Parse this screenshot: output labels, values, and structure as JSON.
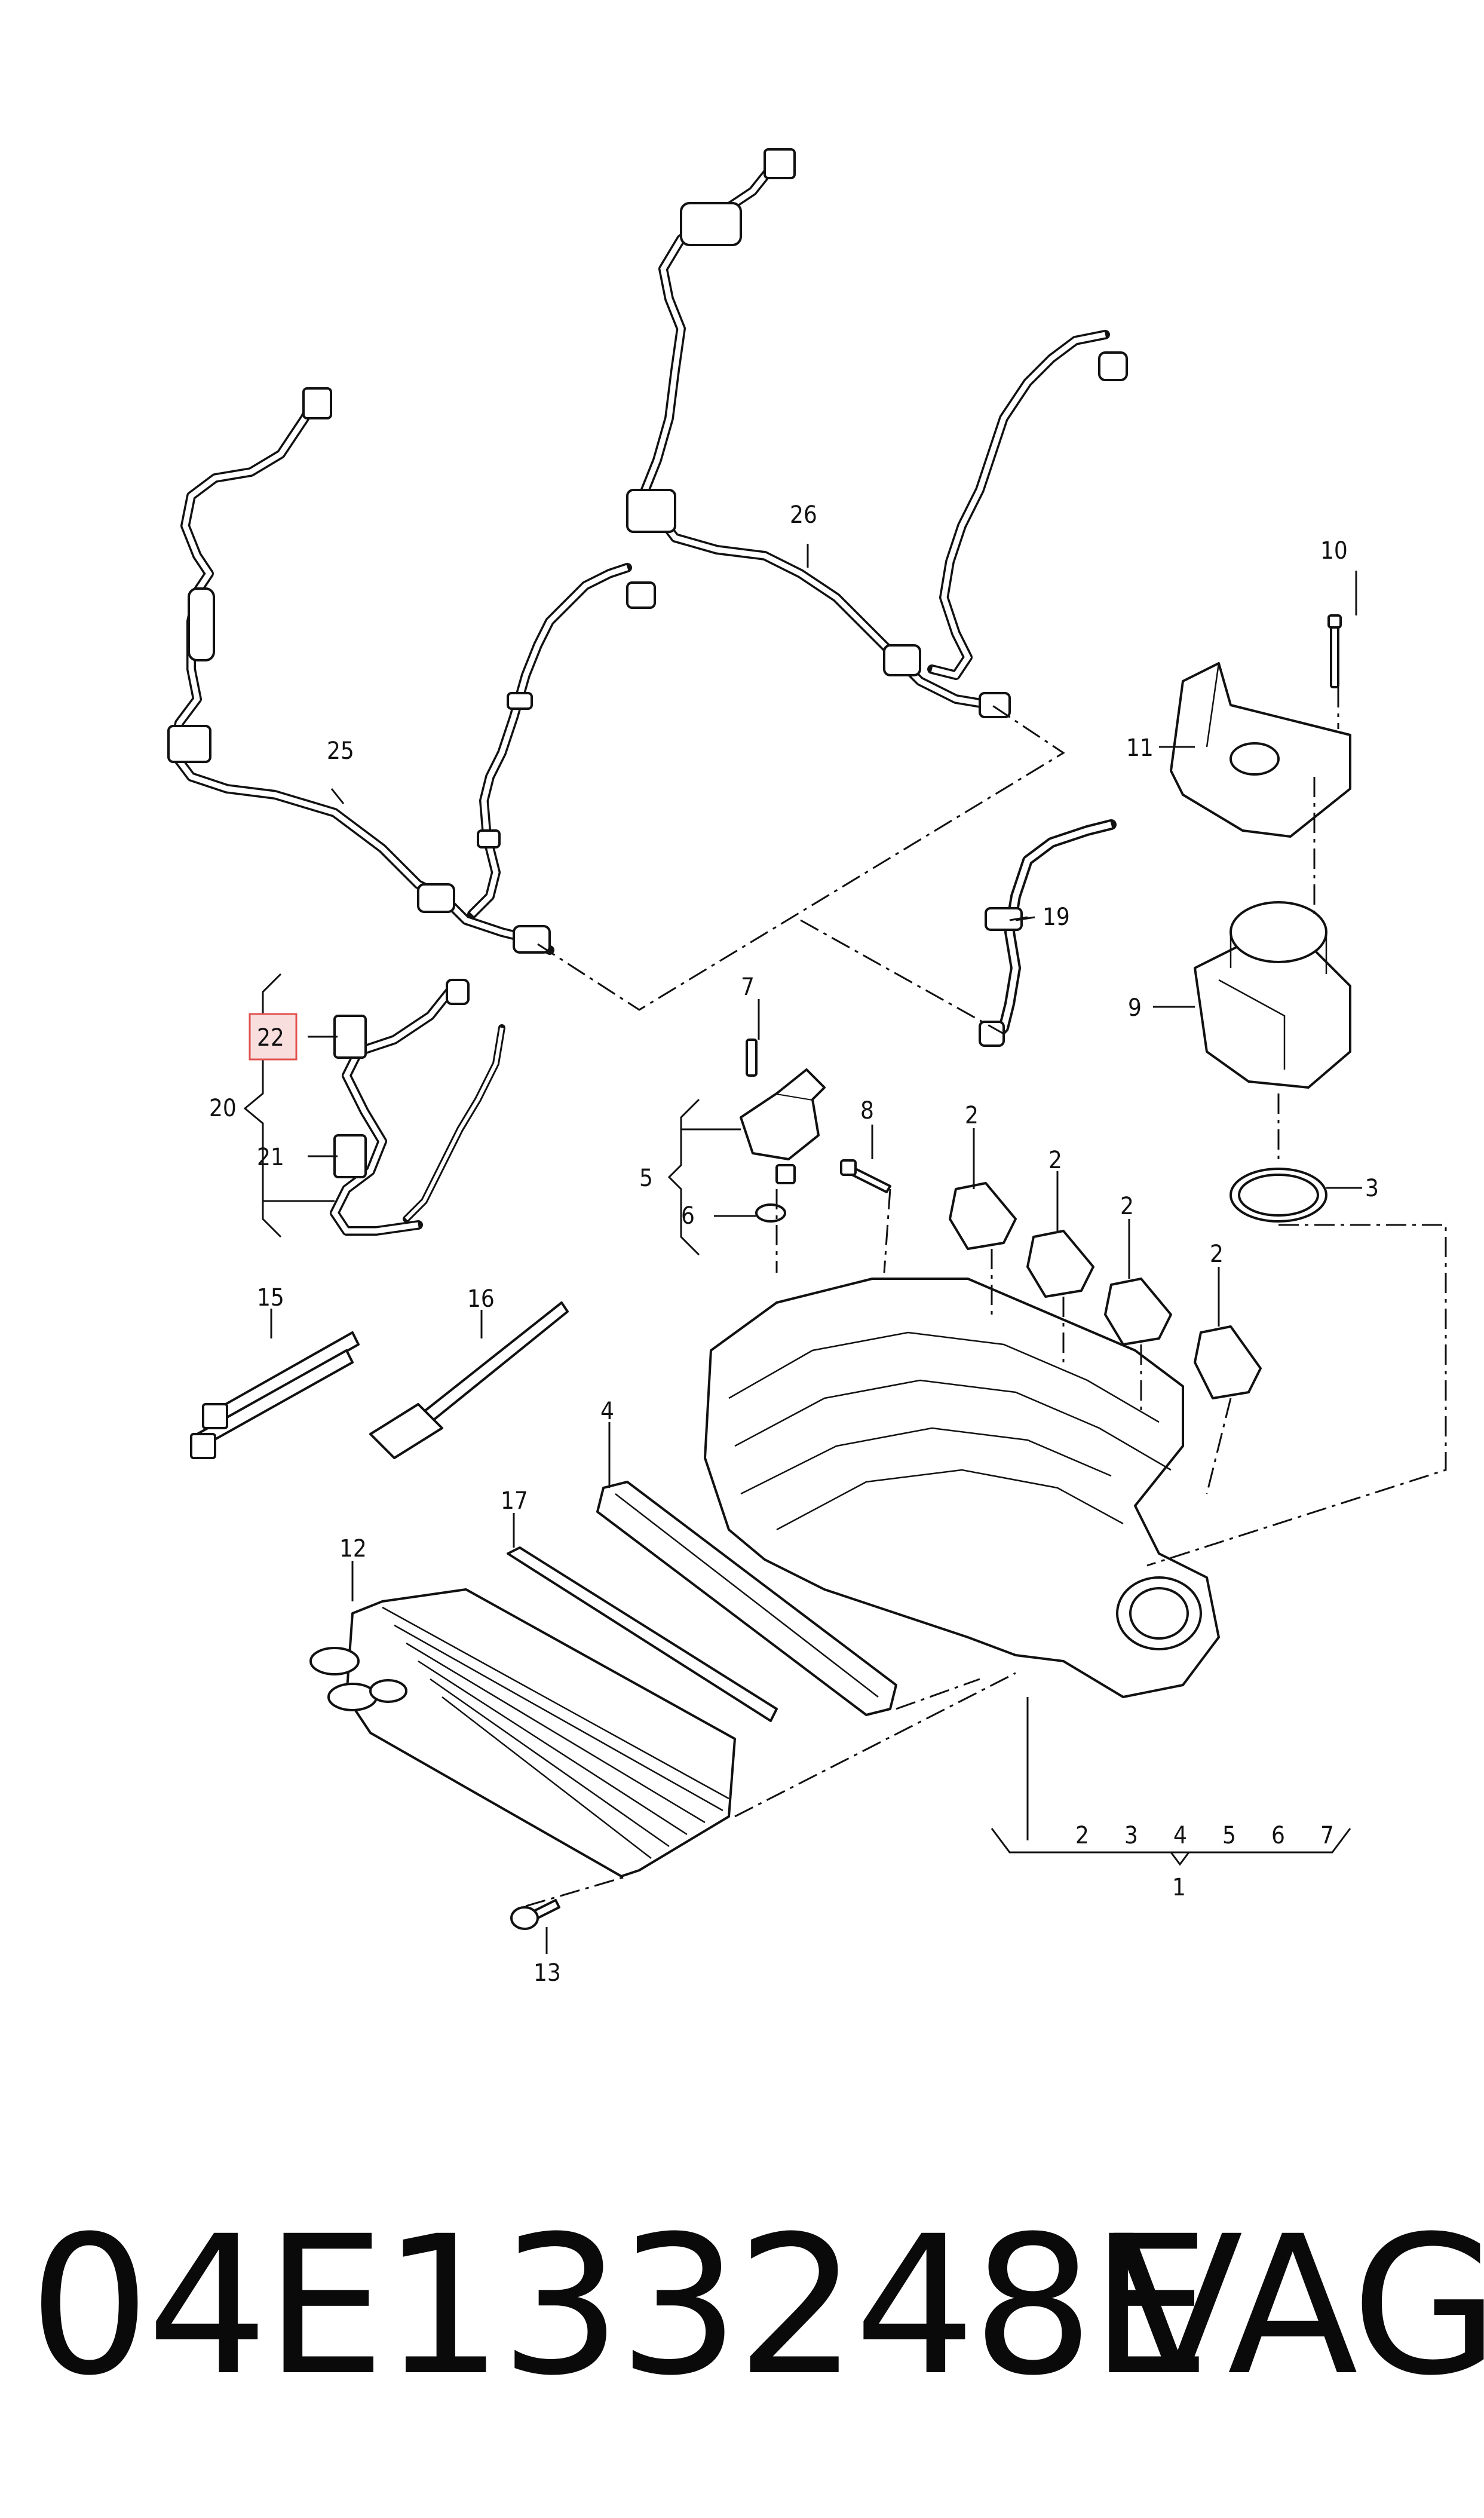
{
  "diagram": {
    "callouts": {
      "c1": "1",
      "c2a": "2",
      "c2b": "2",
      "c2c": "2",
      "c2d": "2",
      "c3": "3",
      "c4": "4",
      "c5": "5",
      "c6": "6",
      "c7": "7",
      "c8": "8",
      "c9": "9",
      "c10": "10",
      "c11": "11",
      "c12": "12",
      "c13": "13",
      "c15": "15",
      "c16": "16",
      "c17": "17",
      "c19": "19",
      "c20": "20",
      "c21": "21",
      "c22": "22",
      "c25": "25",
      "c26": "26"
    },
    "group_row": [
      "2",
      "3",
      "4",
      "5",
      "6",
      "7"
    ]
  },
  "caption": {
    "part_number": "04E133248E",
    "brand": "VAG"
  },
  "colors": {
    "highlight": "#e0524f",
    "ink": "#111111"
  }
}
